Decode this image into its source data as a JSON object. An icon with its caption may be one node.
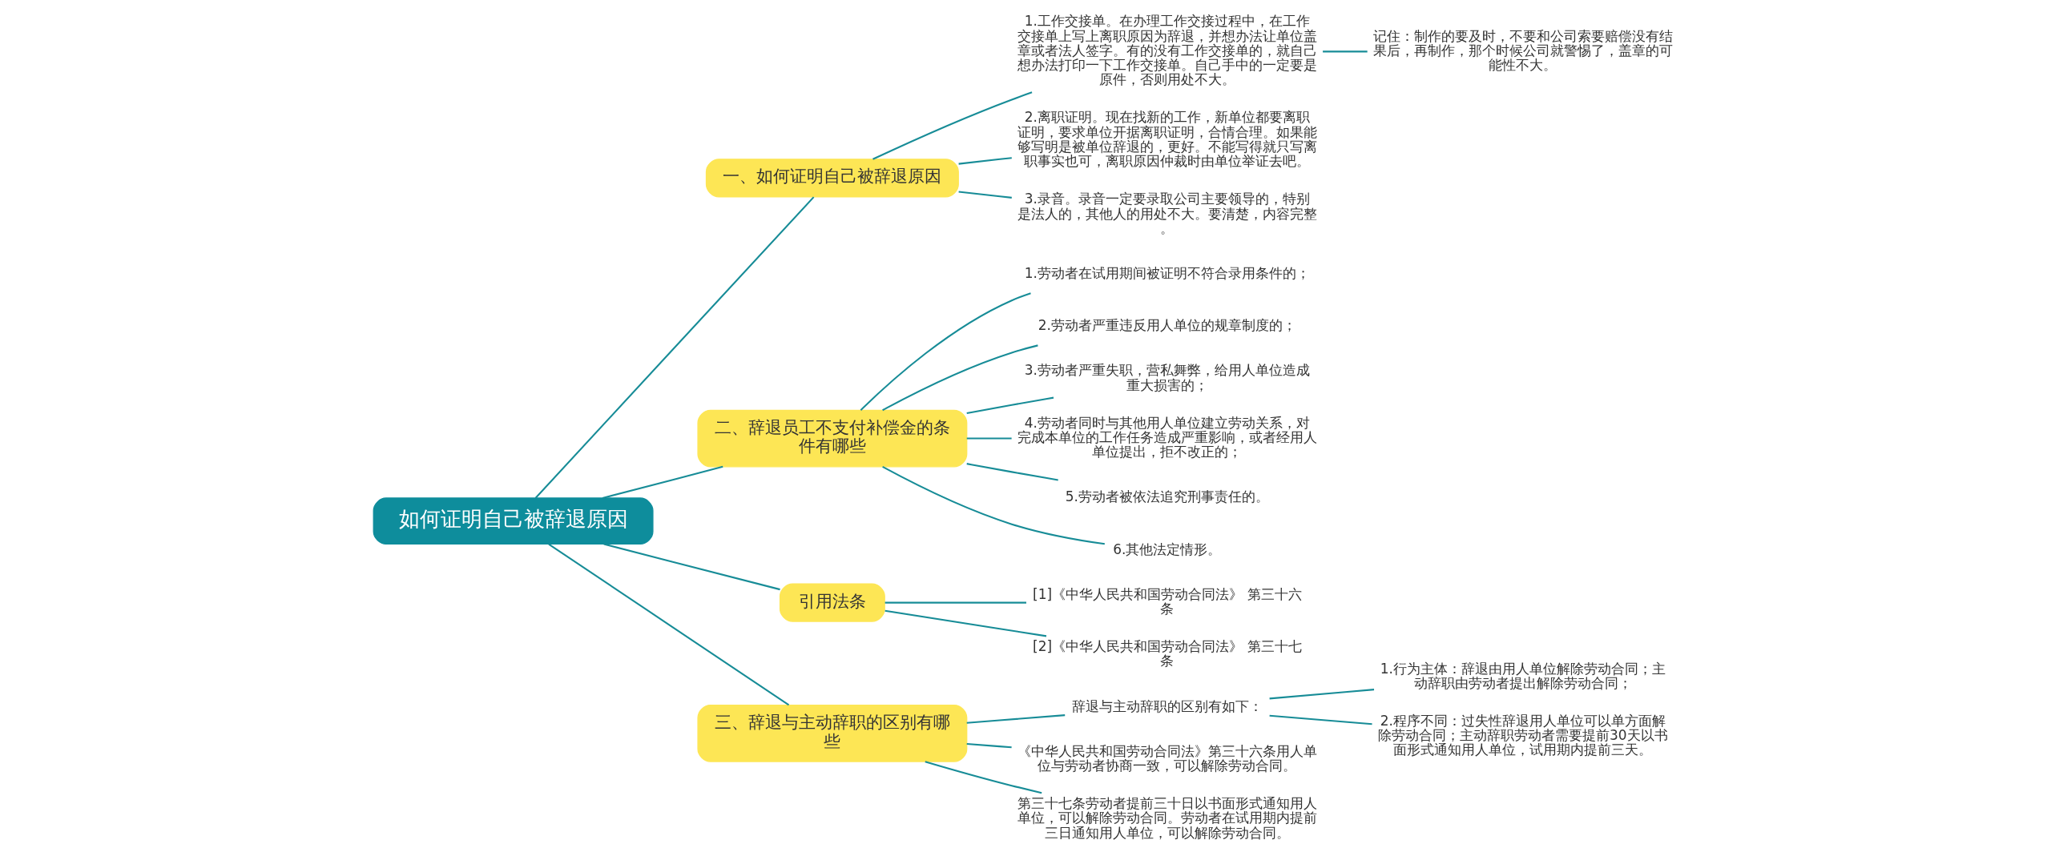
{
  "diagram": {
    "nodes": [
      {
        "text": [
          "如何证明自己被辞退原因"
        ]
      },
      {
        "text": [
          "一、如何证明自己被辞退原因"
        ]
      },
      {
        "text": [
          "1.工作交接单。在办理工作交接过程中，在工作交接单上写上离职原因为辞退，并想办法让单位盖章或者法人签字。有的没有工作交接单的，就自己想办法打印一下工作交接单。自己手中的一定要是原件，否则用处不大。"
        ]
      },
      {
        "text": [
          "记住：制作的要及时，不要和公司索要赔偿没有结果后，再制作，那个时候公司就警惕了，盖章的可能性不大。"
        ]
      },
      {
        "text": [
          "2.离职证明。现在找新的工作，新单位都要离职证明，要求单位开据离职证明，合情合理。如果能够写明是被单位辞退的，更好。不能写得就只写离职事实也可，离职原因仲裁时由单位举证去吧。"
        ]
      },
      {
        "text": [
          "3.录音。录音一定要录取公司主要领导的，特别是法人的，其他人的用处不大。要清楚，内容完整。"
        ]
      },
      {
        "text": [
          "二、辞退员工不支付补偿金的条件有哪些"
        ]
      },
      {
        "text": [
          "1.劳动者在试用期间被证明不符合录用条件的；"
        ]
      },
      {
        "text": [
          "2.劳动者严重违反用人单位的规章制度的；"
        ]
      },
      {
        "text": [
          "3.劳动者严重失职，营私舞弊，给用人单位造成重大损害的；"
        ]
      },
      {
        "text": [
          "4.劳动者同时与其他用人单位建立劳动关系，对完成本单位的工作任务造成严重影响，或者经用人单位提出，拒不改正的；"
        ]
      },
      {
        "text": [
          "5.劳动者被依法追究刑事责任的。"
        ]
      },
      {
        "text": [
          "6.其他法定情形。"
        ]
      },
      {
        "text": [
          "引用法条"
        ]
      },
      {
        "text": [
          "[1]《中华人民共和国劳动合同法》 第三十六条"
        ]
      },
      {
        "text": [
          "[2]《中华人民共和国劳动合同法》 第三十七条"
        ]
      },
      {
        "text": [
          "三、辞退与主动辞职的区别有哪些"
        ]
      },
      {
        "text": [
          "辞退与主动辞职的区别有如下："
        ]
      },
      {
        "text": [
          "1.行为主体：辞退由用人单位解除劳动合同；主动辞职由劳动者提出解除劳动合同；"
        ]
      },
      {
        "text": [
          "2.程序不同：过失性辞退用人单位可以单方面解除劳动合同；主动辞职劳动者需要提前30天以书面形式通知用人单位，试用期内提前三天。"
        ]
      },
      {
        "text": [
          "《中华人民共和国劳动合同法》第三十六条用人单位与劳动者协商一致，可以解除劳动合同。"
        ]
      },
      {
        "text": [
          "第三十七条劳动者提前三十日以书面形式通知用人单位，可以解除劳动合同。劳动者在试用期内提前三日通知用人单位，可以解除劳动合同。"
        ]
      }
    ],
    "edges": [
      {
        "from": 0,
        "to": 1,
        "arrow": "none"
      },
      {
        "from": 1,
        "to": 2,
        "arrow": "none"
      },
      {
        "from": 2,
        "to": 3,
        "arrow": "none"
      },
      {
        "from": 1,
        "to": 4,
        "arrow": "none"
      },
      {
        "from": 1,
        "to": 5,
        "arrow": "none"
      },
      {
        "from": 0,
        "to": 6,
        "arrow": "none"
      },
      {
        "from": 6,
        "to": 7,
        "arrow": "none"
      },
      {
        "from": 6,
        "to": 8,
        "arrow": "none"
      },
      {
        "from": 6,
        "to": 9,
        "arrow": "none"
      },
      {
        "from": 6,
        "to": 10,
        "arrow": "none"
      },
      {
        "from": 6,
        "to": 11,
        "arrow": "none"
      },
      {
        "from": 6,
        "to": 12,
        "arrow": "none"
      },
      {
        "from": 0,
        "to": 13,
        "arrow": "none"
      },
      {
        "from": 13,
        "to": 14,
        "arrow": "none"
      },
      {
        "from": 13,
        "to": 15,
        "arrow": "none"
      },
      {
        "from": 0,
        "to": 16,
        "arrow": "none"
      },
      {
        "from": 16,
        "to": 17,
        "arrow": "none"
      },
      {
        "from": 17,
        "to": 18,
        "arrow": "none"
      },
      {
        "from": 17,
        "to": 19,
        "arrow": "none"
      },
      {
        "from": 16,
        "to": 20,
        "arrow": "none"
      },
      {
        "from": 16,
        "to": 21,
        "arrow": "none"
      }
    ]
  }
}
